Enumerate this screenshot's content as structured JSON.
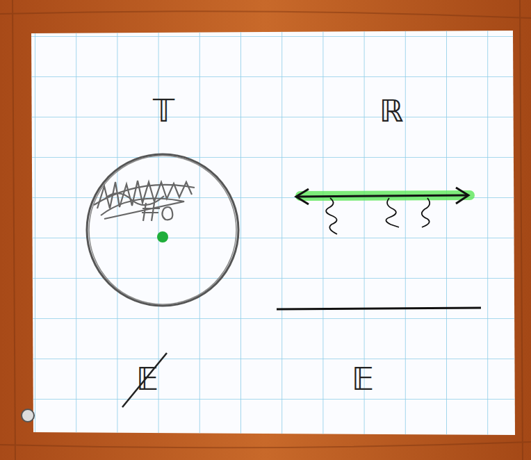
{
  "diagram": {
    "labels": [
      "𝕋",
      "ℝ",
      "𝔼",
      "𝔼"
    ]
  }
}
